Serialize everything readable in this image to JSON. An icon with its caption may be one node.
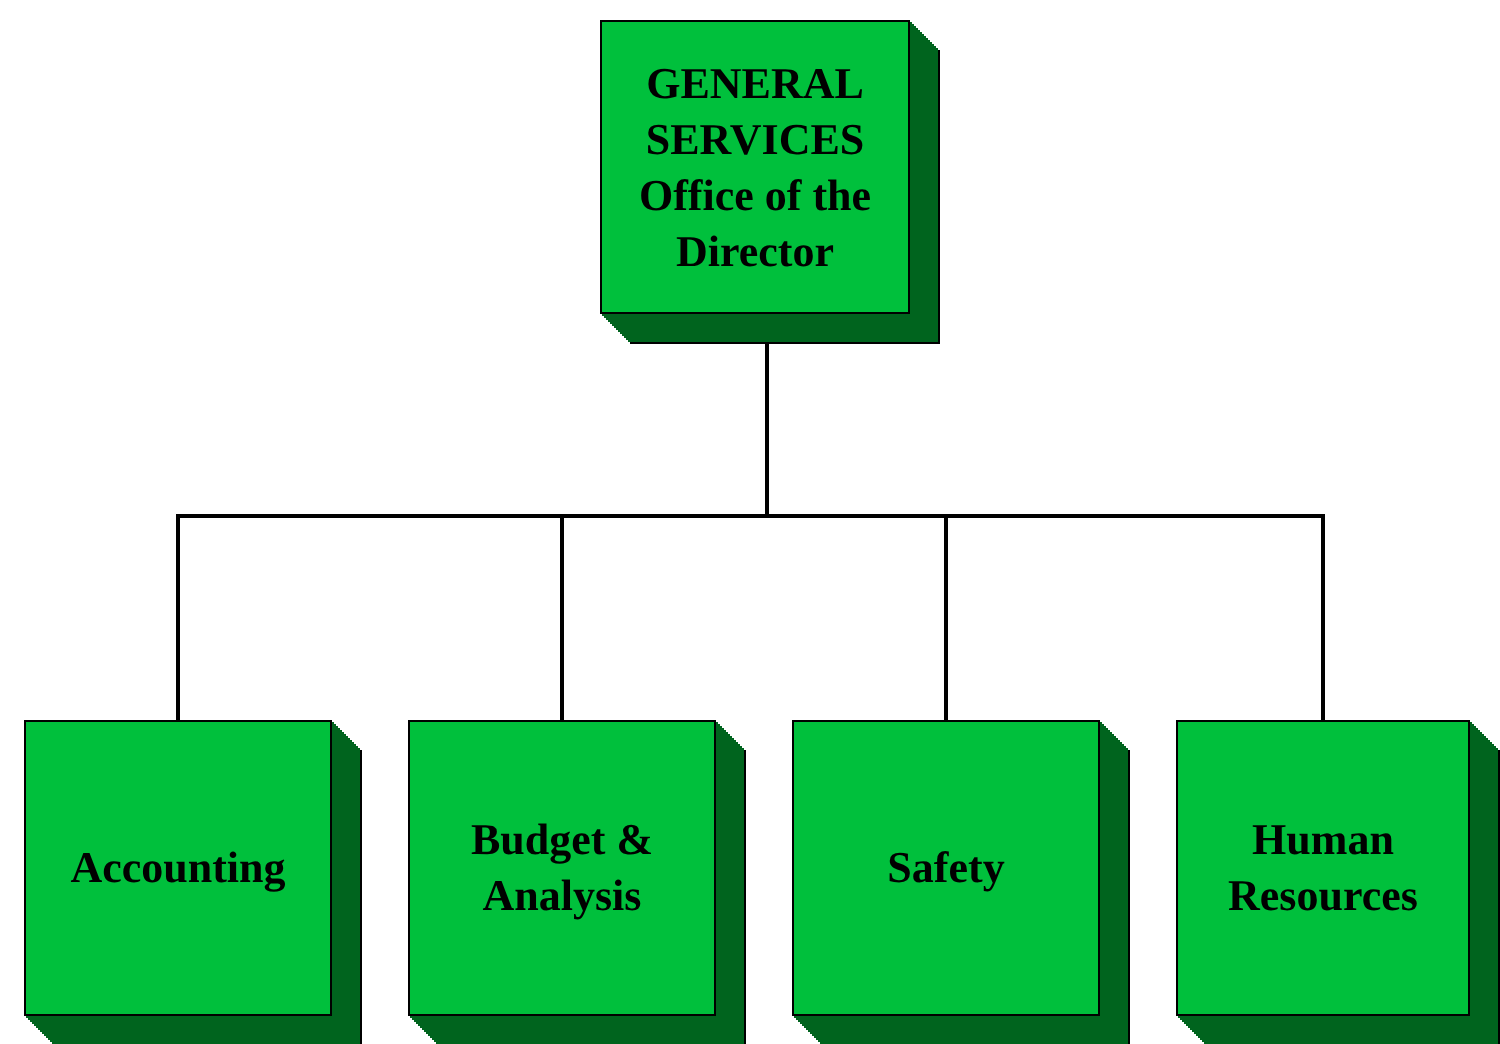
{
  "diagram": {
    "nodes": [
      {
        "text": [
          "GENERAL SERVICES",
          "Office of the Director"
        ]
      },
      {
        "text": [
          "Accounting"
        ]
      },
      {
        "text": [
          "Budget & Analysis"
        ]
      },
      {
        "text": [
          "Safety"
        ]
      },
      {
        "text": [
          "Human Resources"
        ]
      }
    ],
    "edges": [
      {
        "from": 0,
        "to": 1,
        "arrow": "none"
      },
      {
        "from": 0,
        "to": 2,
        "arrow": "none"
      },
      {
        "from": 0,
        "to": 3,
        "arrow": "none"
      },
      {
        "from": 0,
        "to": 4,
        "arrow": "none"
      }
    ]
  }
}
